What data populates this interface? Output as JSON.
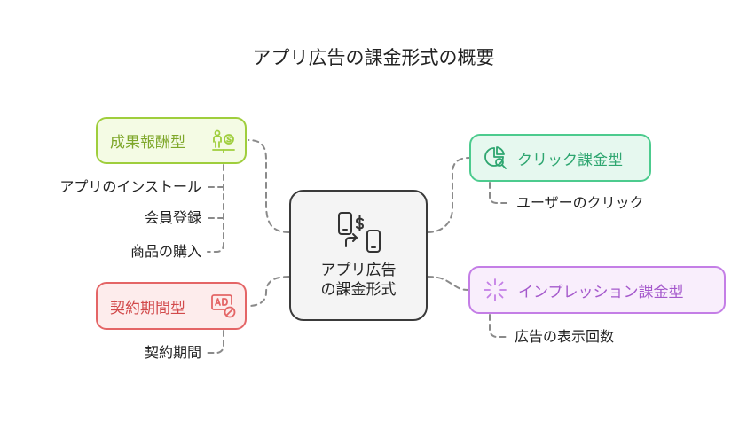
{
  "title": "アプリ広告の課金形式の概要",
  "center": {
    "line1": "アプリ広告",
    "line2": "の課金形式",
    "icon": "phone-dollar-exchange-icon"
  },
  "nodes": {
    "seika": {
      "label": "成果報酬型",
      "icon": "person-coin-scale-icon",
      "color": "#9fce3c"
    },
    "keiyaku": {
      "label": "契約期間型",
      "icon": "ad-blocked-icon",
      "color": "#e46566"
    },
    "click": {
      "label": "クリック課金型",
      "icon": "chart-search-icon",
      "color": "#4ccb8e"
    },
    "impression": {
      "label": "インプレッション課金型",
      "icon": "loading-sparkle-icon",
      "color": "#c47ee6"
    }
  },
  "leaves": {
    "seika": [
      "アプリのインストール",
      "会員登録",
      "商品の購入"
    ],
    "keiyaku": [
      "契約期間"
    ],
    "click": [
      "ユーザーのクリック"
    ],
    "impression": [
      "広告の表示回数"
    ]
  }
}
